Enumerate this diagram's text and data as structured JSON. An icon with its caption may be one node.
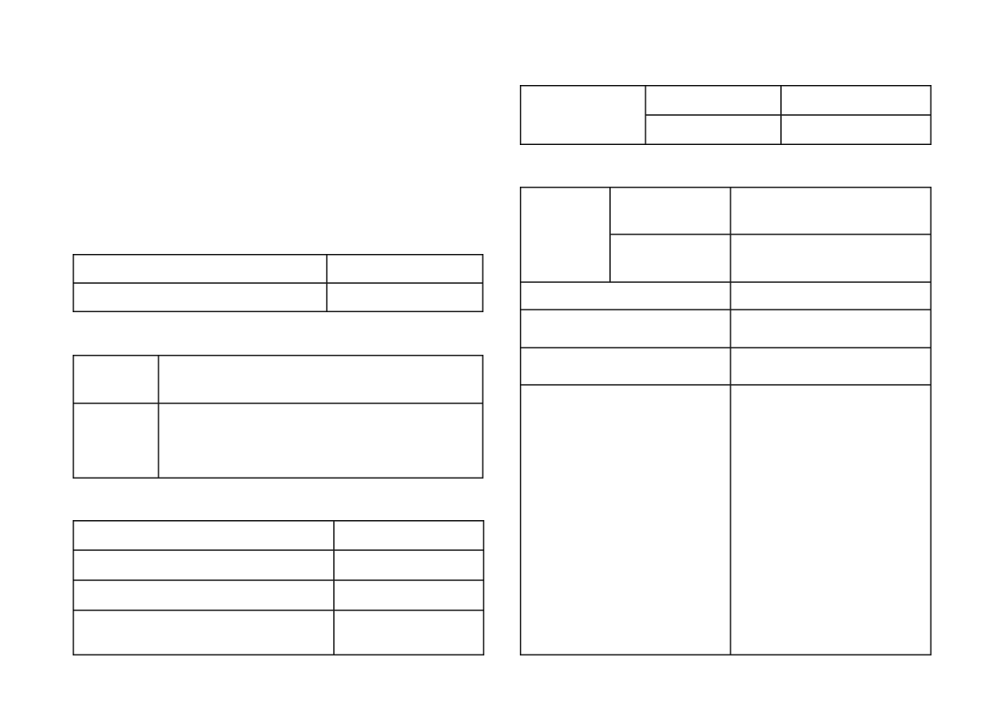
{
  "diagram": {
    "nodes": [
      {
        "text": [],
        "shape": "table"
      },
      {
        "text": [],
        "shape": "table"
      },
      {
        "text": [],
        "shape": "table"
      },
      {
        "text": [],
        "shape": "table"
      },
      {
        "text": [],
        "shape": "table"
      }
    ]
  }
}
